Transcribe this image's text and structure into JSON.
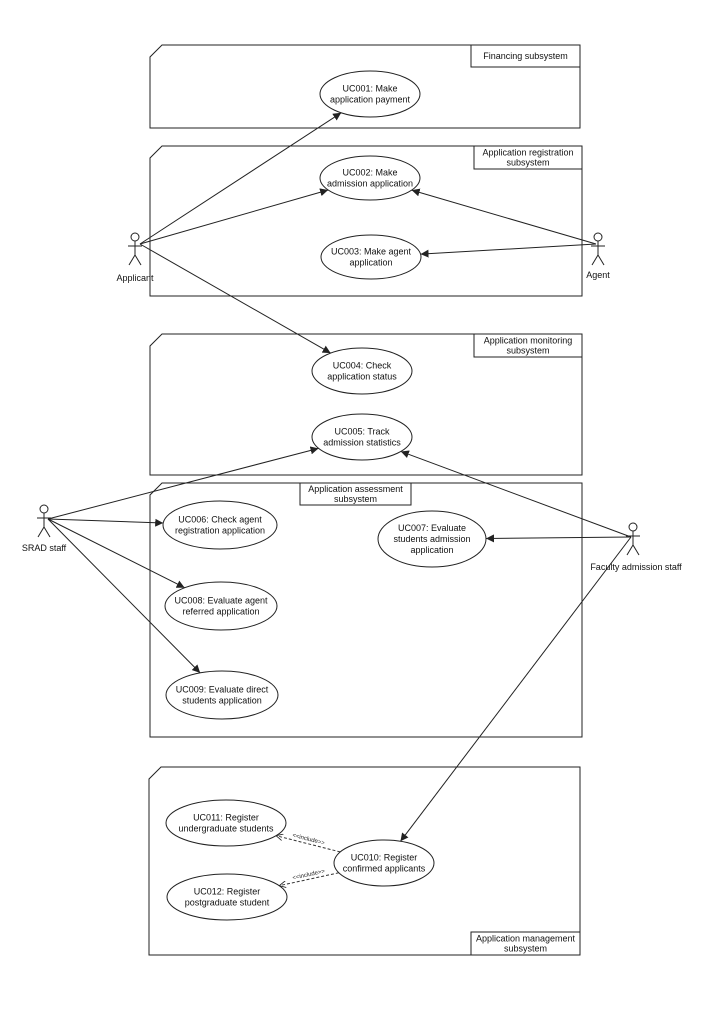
{
  "subsystems": [
    {
      "id": "financing",
      "label_lines": [
        "Financing subsystem"
      ]
    },
    {
      "id": "registration",
      "label_lines": [
        "Application registration",
        "subsystem"
      ]
    },
    {
      "id": "monitoring",
      "label_lines": [
        "Application monitoring",
        "subsystem"
      ]
    },
    {
      "id": "assessment",
      "label_lines": [
        "Application assessment",
        "subsystem"
      ]
    },
    {
      "id": "management",
      "label_lines": [
        "Application management",
        "subsystem"
      ]
    }
  ],
  "use_cases": [
    {
      "id": "UC001",
      "lines": [
        "UC001: Make",
        "application payment"
      ]
    },
    {
      "id": "UC002",
      "lines": [
        "UC002: Make",
        "admission application"
      ]
    },
    {
      "id": "UC003",
      "lines": [
        "UC003: Make agent",
        "application"
      ]
    },
    {
      "id": "UC004",
      "lines": [
        "UC004: Check",
        "application status"
      ]
    },
    {
      "id": "UC005",
      "lines": [
        "UC005: Track",
        "admission statistics"
      ]
    },
    {
      "id": "UC006",
      "lines": [
        "UC006: Check agent",
        "registration application"
      ]
    },
    {
      "id": "UC007",
      "lines": [
        "UC007: Evaluate",
        "students admission",
        "application"
      ]
    },
    {
      "id": "UC008",
      "lines": [
        "UC008: Evaluate agent",
        "referred application"
      ]
    },
    {
      "id": "UC009",
      "lines": [
        "UC009: Evaluate direct",
        "students application"
      ]
    },
    {
      "id": "UC010",
      "lines": [
        "UC010: Register",
        "confirmed applicants"
      ]
    },
    {
      "id": "UC011",
      "lines": [
        "UC011: Register",
        "undergraduate students"
      ]
    },
    {
      "id": "UC012",
      "lines": [
        "UC012: Register",
        "postgraduate student"
      ]
    }
  ],
  "actors": [
    {
      "id": "applicant",
      "label": "Applicant"
    },
    {
      "id": "agent",
      "label": "Agent"
    },
    {
      "id": "srad",
      "label": "SRAD staff"
    },
    {
      "id": "faculty",
      "label": "Faculty admission staff"
    }
  ],
  "associations": [
    {
      "from": "applicant",
      "to": "UC001"
    },
    {
      "from": "applicant",
      "to": "UC002"
    },
    {
      "from": "applicant",
      "to": "UC004"
    },
    {
      "from": "agent",
      "to": "UC002"
    },
    {
      "from": "agent",
      "to": "UC003"
    },
    {
      "from": "srad",
      "to": "UC005"
    },
    {
      "from": "srad",
      "to": "UC006"
    },
    {
      "from": "srad",
      "to": "UC008"
    },
    {
      "from": "srad",
      "to": "UC009"
    },
    {
      "from": "faculty",
      "to": "UC005"
    },
    {
      "from": "faculty",
      "to": "UC007"
    },
    {
      "from": "faculty",
      "to": "UC010"
    }
  ],
  "includes": [
    {
      "from": "UC010",
      "to": "UC011",
      "label": "<<include>>"
    },
    {
      "from": "UC010",
      "to": "UC012",
      "label": "<<include>>"
    }
  ]
}
